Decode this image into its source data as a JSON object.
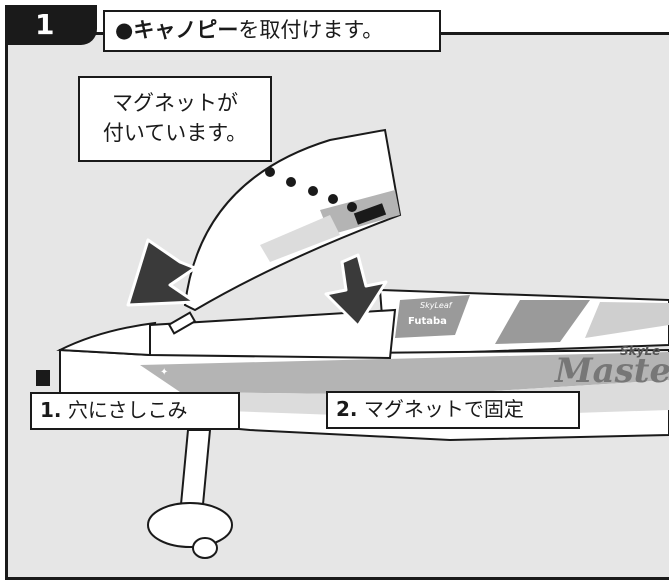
{
  "step_number": "1",
  "title": {
    "bold": "●キャノピー",
    "rest": "を取付けます。"
  },
  "callout": {
    "line1": "マグネットが",
    "line2": "付いています。"
  },
  "labels": [
    {
      "num": "1.",
      "text": "穴にさしこみ"
    },
    {
      "num": "2.",
      "text": "マグネットで固定"
    }
  ],
  "decals": {
    "skyleaf_small": "SkyLeaf",
    "brand": "Futaba",
    "skyleaf_large": "SkyLe",
    "model": "Maste"
  },
  "colors": {
    "frame": "#1a1a1a",
    "background": "#e6e6e6",
    "arrow": "#3a3a3a",
    "stripe_dark": "#9a9a9a",
    "stripe_light": "#cfcfcf"
  }
}
